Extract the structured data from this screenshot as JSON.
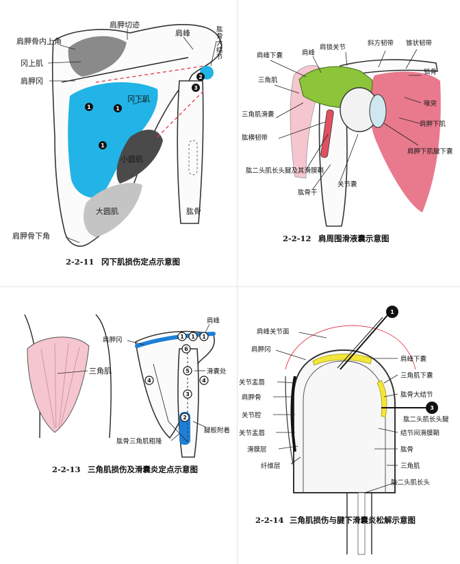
{
  "figures": [
    {
      "id": "2-2-11",
      "caption_number": "2-2-11",
      "caption_text": "冈下肌损伤定点示意图",
      "labels": {
        "notch": "肩胛切迹",
        "acromion": "肩峰",
        "sup_angle": "肩胛骨内上角",
        "supraspinatus": "冈上肌",
        "spine": "肩胛冈",
        "infraspinatus": "冈下肌",
        "teres_minor": "小圆肌",
        "teres_major": "大圆肌",
        "inf_angle": "肩胛骨下角",
        "humerus": "肱骨",
        "tubercle": "肱骨大结节"
      },
      "points": [
        "1",
        "1",
        "1",
        "2",
        "3"
      ]
    },
    {
      "id": "2-2-12",
      "caption_number": "2-2-12",
      "caption_text": "肩周围滑液囊示意图",
      "labels": {
        "acromioclav": "肩锁关节",
        "trapezoid": "斜方韧带",
        "conoid": "锥状韧带",
        "subacromial": "肩峰下囊",
        "acromion": "肩峰",
        "clavicle": "锁骨",
        "deltoid": "三角肌",
        "coracoid": "喙突",
        "subdeltoid": "三角肌滑囊",
        "subscapularis": "肩胛下肌",
        "transverse": "肱横韧带",
        "subscap_bursa": "肩胛下肌腱下囊",
        "biceps_sheath": "肱二头肌长头腱及其滑膜鞘",
        "capsule": "关节囊",
        "shaft": "肱骨干"
      }
    },
    {
      "id": "2-2-13",
      "caption_number": "2-2-13",
      "caption_text": "三角肌损伤及滑囊炎定点示意图",
      "labels": {
        "deltoid": "三角肌",
        "spine": "肩胛冈",
        "acromion": "肩峰",
        "bursa": "滑囊处",
        "groove": "肱骨三角肌粗隆",
        "tendon": "腱板附着"
      },
      "points": [
        "1",
        "1",
        "1",
        "6",
        "5",
        "3",
        "4",
        "4",
        "2"
      ]
    },
    {
      "id": "2-2-14",
      "caption_number": "2-2-14",
      "caption_text": "三角肌损伤与腱下滑囊炎松解示意图",
      "labels": {
        "acromioclav": "肩峰关节面",
        "spine": "肩胛冈",
        "lip": "关节盂唇",
        "scapula": "肩胛骨",
        "cavity": "关节腔",
        "lip2": "关节盂唇",
        "synovial": "滑膜层",
        "fibrous": "纤维层",
        "subacromial": "肩峰下囊",
        "subdeltoid": "三角肌下囊",
        "greater_tub": "肱骨大结节",
        "biceps_tendon": "肱二头肌长头腱",
        "intertub": "结节间滑膜鞘",
        "humerus": "肱骨",
        "deltoid": "三角肌",
        "biceps_head": "肱二头肌长头"
      },
      "points": [
        "1",
        "3"
      ]
    }
  ],
  "colors": {
    "infraspinatus": "#22b4e6",
    "teres_minor": "#4a4a4a",
    "supraspinatus": "#8a8a8a",
    "teres_major": "#c4c4c4",
    "bursa_green": "#8cc43a",
    "muscle_pink": "#e97a8e",
    "deltoid_pink": "#f5c6cf",
    "blue_mark": "#1e7fd6",
    "yellow_bursa": "#f2e63a",
    "red_line": "#e0434f"
  }
}
